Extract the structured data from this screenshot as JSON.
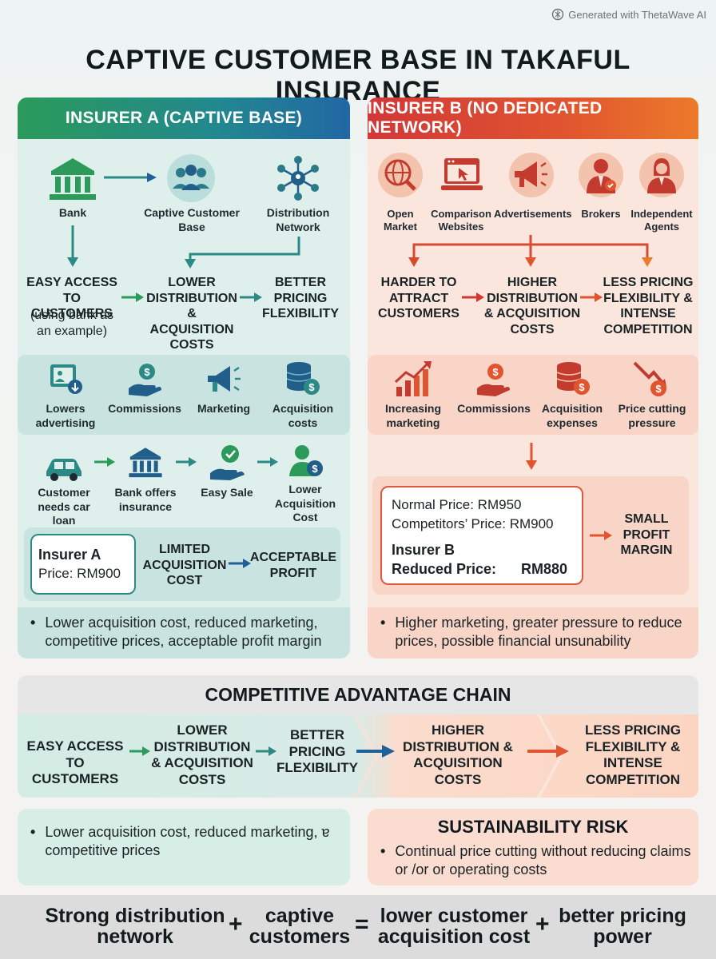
{
  "watermark": "Generated with ThetaWave AI",
  "title": "CAPTIVE CUSTOMER BASE IN TAKAFUL INSURANCE",
  "colors": {
    "teal": "#2c8a86",
    "green": "#2b9a5a",
    "blue": "#2167a4",
    "red": "#d13838",
    "orange": "#ec7a2a"
  },
  "insurer_a": {
    "header": "INSURER A (CAPTIVE BASE)",
    "bank": "Bank",
    "captive": "Captive Customer Base",
    "network": "Distribution Network",
    "easy_access": "EASY ACCESS TO CUSTOMERS",
    "easy_access_note": "(using bank as an example)",
    "lower_costs": "LOWER DISTRIBUTION & ACQUISITION COSTS",
    "better_pricing": "BETTER PRICING FLEXIBILITY",
    "factors": [
      "Lowers advertising",
      "Commissions",
      "Marketing",
      "Acquisition costs"
    ],
    "flow": [
      "Customer needs car loan",
      "Bank offers insurance",
      "Easy Sale",
      "Lower Acquisition Cost"
    ],
    "price_label": "Insurer A",
    "price_value": "Price: RM900",
    "limited_cost": "LIMITED ACQUISITION COST",
    "acceptable_profit": "ACCEPTABLE PROFIT",
    "summary": "Lower acquisition cost, reduced marketing, competitive prices, acceptable profit margin"
  },
  "insurer_b": {
    "header": "INSURER B (NO DEDICATED NETWORK)",
    "channels": [
      "Open Market",
      "Comparison Websites",
      "Advertisements",
      "Brokers",
      "Independent Agents"
    ],
    "harder": "HARDER TO ATTRACT CUSTOMERS",
    "higher_costs": "HIGHER DISTRIBUTION & ACQUISITION COSTS",
    "less_pricing": "LESS PRICING FLEXIBILITY & INTENSE COMPETITION",
    "factors": [
      "Increasing marketing",
      "Commissions",
      "Acquisition expenses",
      "Price cutting pressure"
    ],
    "normal_price": "Normal Price: RM950",
    "competitor_price": "Competitors’ Price: RM900",
    "insurer_label": "Insurer B",
    "reduced_label": "Reduced Price:",
    "reduced_value": "RM880",
    "small_profit": "SMALL PROFIT MARGIN",
    "summary": "Higher marketing, greater pressure to reduce prices, possible financial unsunability"
  },
  "chain": {
    "title": "COMPETITIVE ADVANTAGE CHAIN",
    "steps": [
      "EASY ACCESS TO CUSTOMERS",
      "LOWER DISTRIBUTION & ACQUISITION COSTS",
      "BETTER PRICING FLEXIBILITY",
      "HIGHER DISTRIBUTION & ACQUISITION COSTS",
      "LESS PRICING FLEXIBILITY & INTENSE COMPETITION"
    ]
  },
  "lower_left": "Lower acquisition cost, reduced marketing, ɐ competitive prices",
  "risk": {
    "title": "SUSTAINABILITY RISK",
    "text": "Continual price cutting without reducing claims or /or or operating costs"
  },
  "equation": {
    "term1": "Strong distribution network",
    "term2": "captive customers",
    "term3": "lower customer acquisition cost",
    "term4": "better pricing power",
    "plus": "+",
    "equals": "="
  }
}
